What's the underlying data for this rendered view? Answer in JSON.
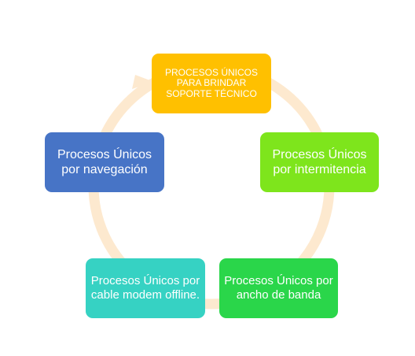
{
  "diagram": {
    "type": "cycle",
    "ring_color": "#fde9cf",
    "nodes": [
      {
        "id": "soporte",
        "label": "PROCESOS ÚNICOS PARA BRINDAR SOPORTE TÉCNICO",
        "color": "#ffc000"
      },
      {
        "id": "intermitencia",
        "label": "Procesos Únicos por intermitencia",
        "color": "#7ee51c"
      },
      {
        "id": "ancho_banda",
        "label": "Procesos Únicos por ancho de banda",
        "color": "#2ad64a"
      },
      {
        "id": "cable_modem",
        "label": "Procesos Únicos por cable modem offline.",
        "color": "#36d2c3"
      },
      {
        "id": "navegacion",
        "label": "Procesos Únicos por navegación",
        "color": "#4774c6"
      }
    ]
  }
}
